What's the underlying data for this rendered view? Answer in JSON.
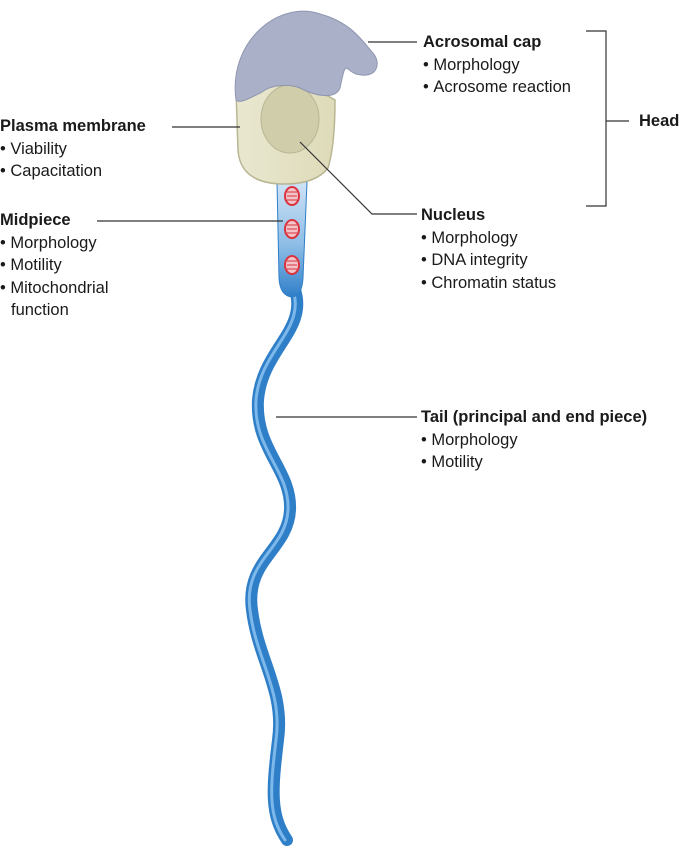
{
  "diagram": {
    "labels": {
      "acrosomal_cap": {
        "title": "Acrosomal cap",
        "items": [
          "Morphology",
          "Acrosome reaction"
        ]
      },
      "plasma_membrane": {
        "title": "Plasma membrane",
        "items": [
          "Viability",
          "Capacitation"
        ]
      },
      "midpiece": {
        "title": "Midpiece",
        "items": [
          "Morphology",
          "Motility",
          "Mitochondrial",
          "function"
        ]
      },
      "nucleus": {
        "title": "Nucleus",
        "items": [
          "Morphology",
          "DNA integrity",
          "Chromatin status"
        ]
      },
      "tail": {
        "title": "Tail (principal and end piece)",
        "items": [
          "Morphology",
          "Motility"
        ]
      },
      "head": {
        "title": "Head"
      }
    },
    "colors": {
      "acrosome": "#a9b0c8",
      "head_body": "#e6e4c8",
      "nucleus": "#cfcdaa",
      "midpiece": "#8dbde6",
      "mitochondria": "#d9333f",
      "tail": "#2f7fc8",
      "tail_highlight": "#7db8ea",
      "leader_line": "#333333"
    }
  }
}
